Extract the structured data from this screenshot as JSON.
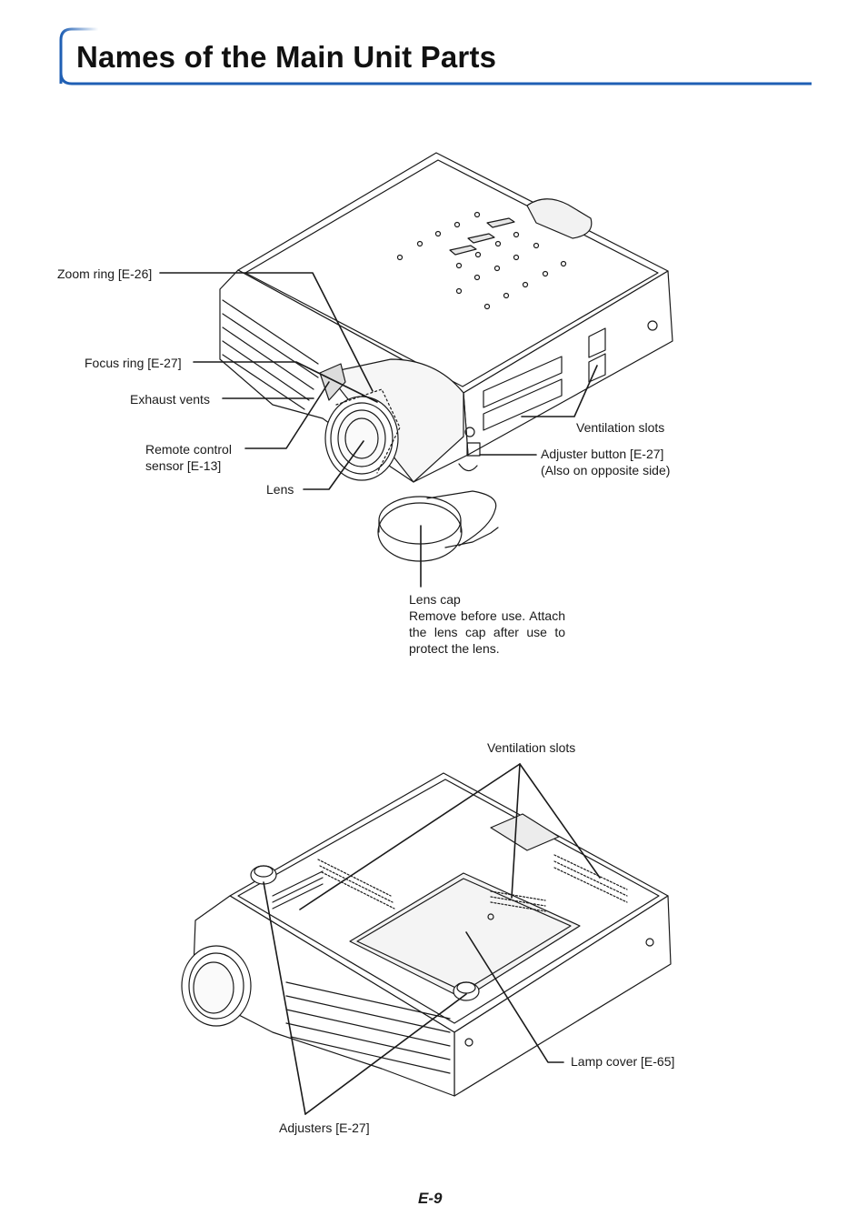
{
  "page": {
    "title": "Names of the Main Unit Parts",
    "page_number": "E-9",
    "colors": {
      "accent": "#1f5fb4",
      "line": "#1a1a1a",
      "figure_fill": "#ffffff",
      "figure_shade": "#e8e8e8"
    }
  },
  "top_figure": {
    "labels": {
      "zoom_ring": "Zoom ring [E-26]",
      "focus_ring": "Focus ring [E-27]",
      "exhaust_vents": "Exhaust vents",
      "remote_sensor_line1": "Remote control",
      "remote_sensor_line2": "sensor [E-13]",
      "lens": "Lens",
      "ventilation_slots": "Ventilation slots",
      "adjuster_button_line1": "Adjuster button [E-27]",
      "adjuster_button_line2": "(Also on opposite side)",
      "lens_cap": "Lens cap",
      "lens_cap_note_line1": "Remove before use. Attach",
      "lens_cap_note_line2": "the lens cap after use to",
      "lens_cap_note_line3": "protect the lens."
    }
  },
  "bottom_figure": {
    "labels": {
      "ventilation_slots": "Ventilation slots",
      "lamp_cover": "Lamp cover [E-65]",
      "adjusters": "Adjusters [E-27]"
    }
  }
}
